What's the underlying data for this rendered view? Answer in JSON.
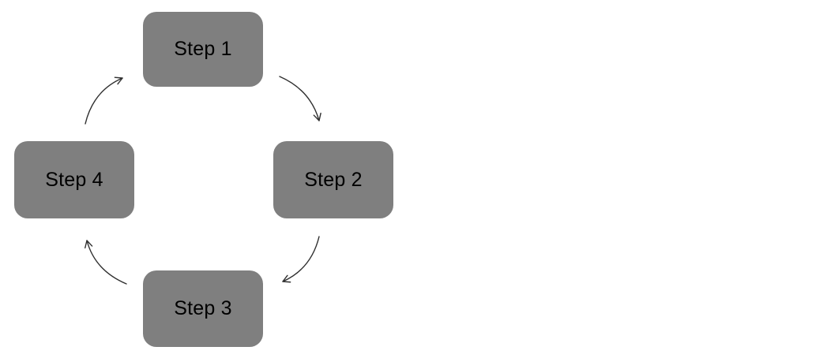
{
  "diagram": {
    "type": "cycle",
    "steps": [
      {
        "label": "Step 1"
      },
      {
        "label": "Step 2"
      },
      {
        "label": "Step 3"
      },
      {
        "label": "Step 4"
      }
    ],
    "arrows": [
      {
        "from": "Step 1",
        "to": "Step 2"
      },
      {
        "from": "Step 2",
        "to": "Step 3"
      },
      {
        "from": "Step 3",
        "to": "Step 4"
      },
      {
        "from": "Step 4",
        "to": "Step 1"
      }
    ]
  },
  "colors": {
    "background": "#ffffff",
    "box_fill": "#7f7f7f",
    "box_text": "#000000",
    "arrow": "#2f2f2f"
  }
}
